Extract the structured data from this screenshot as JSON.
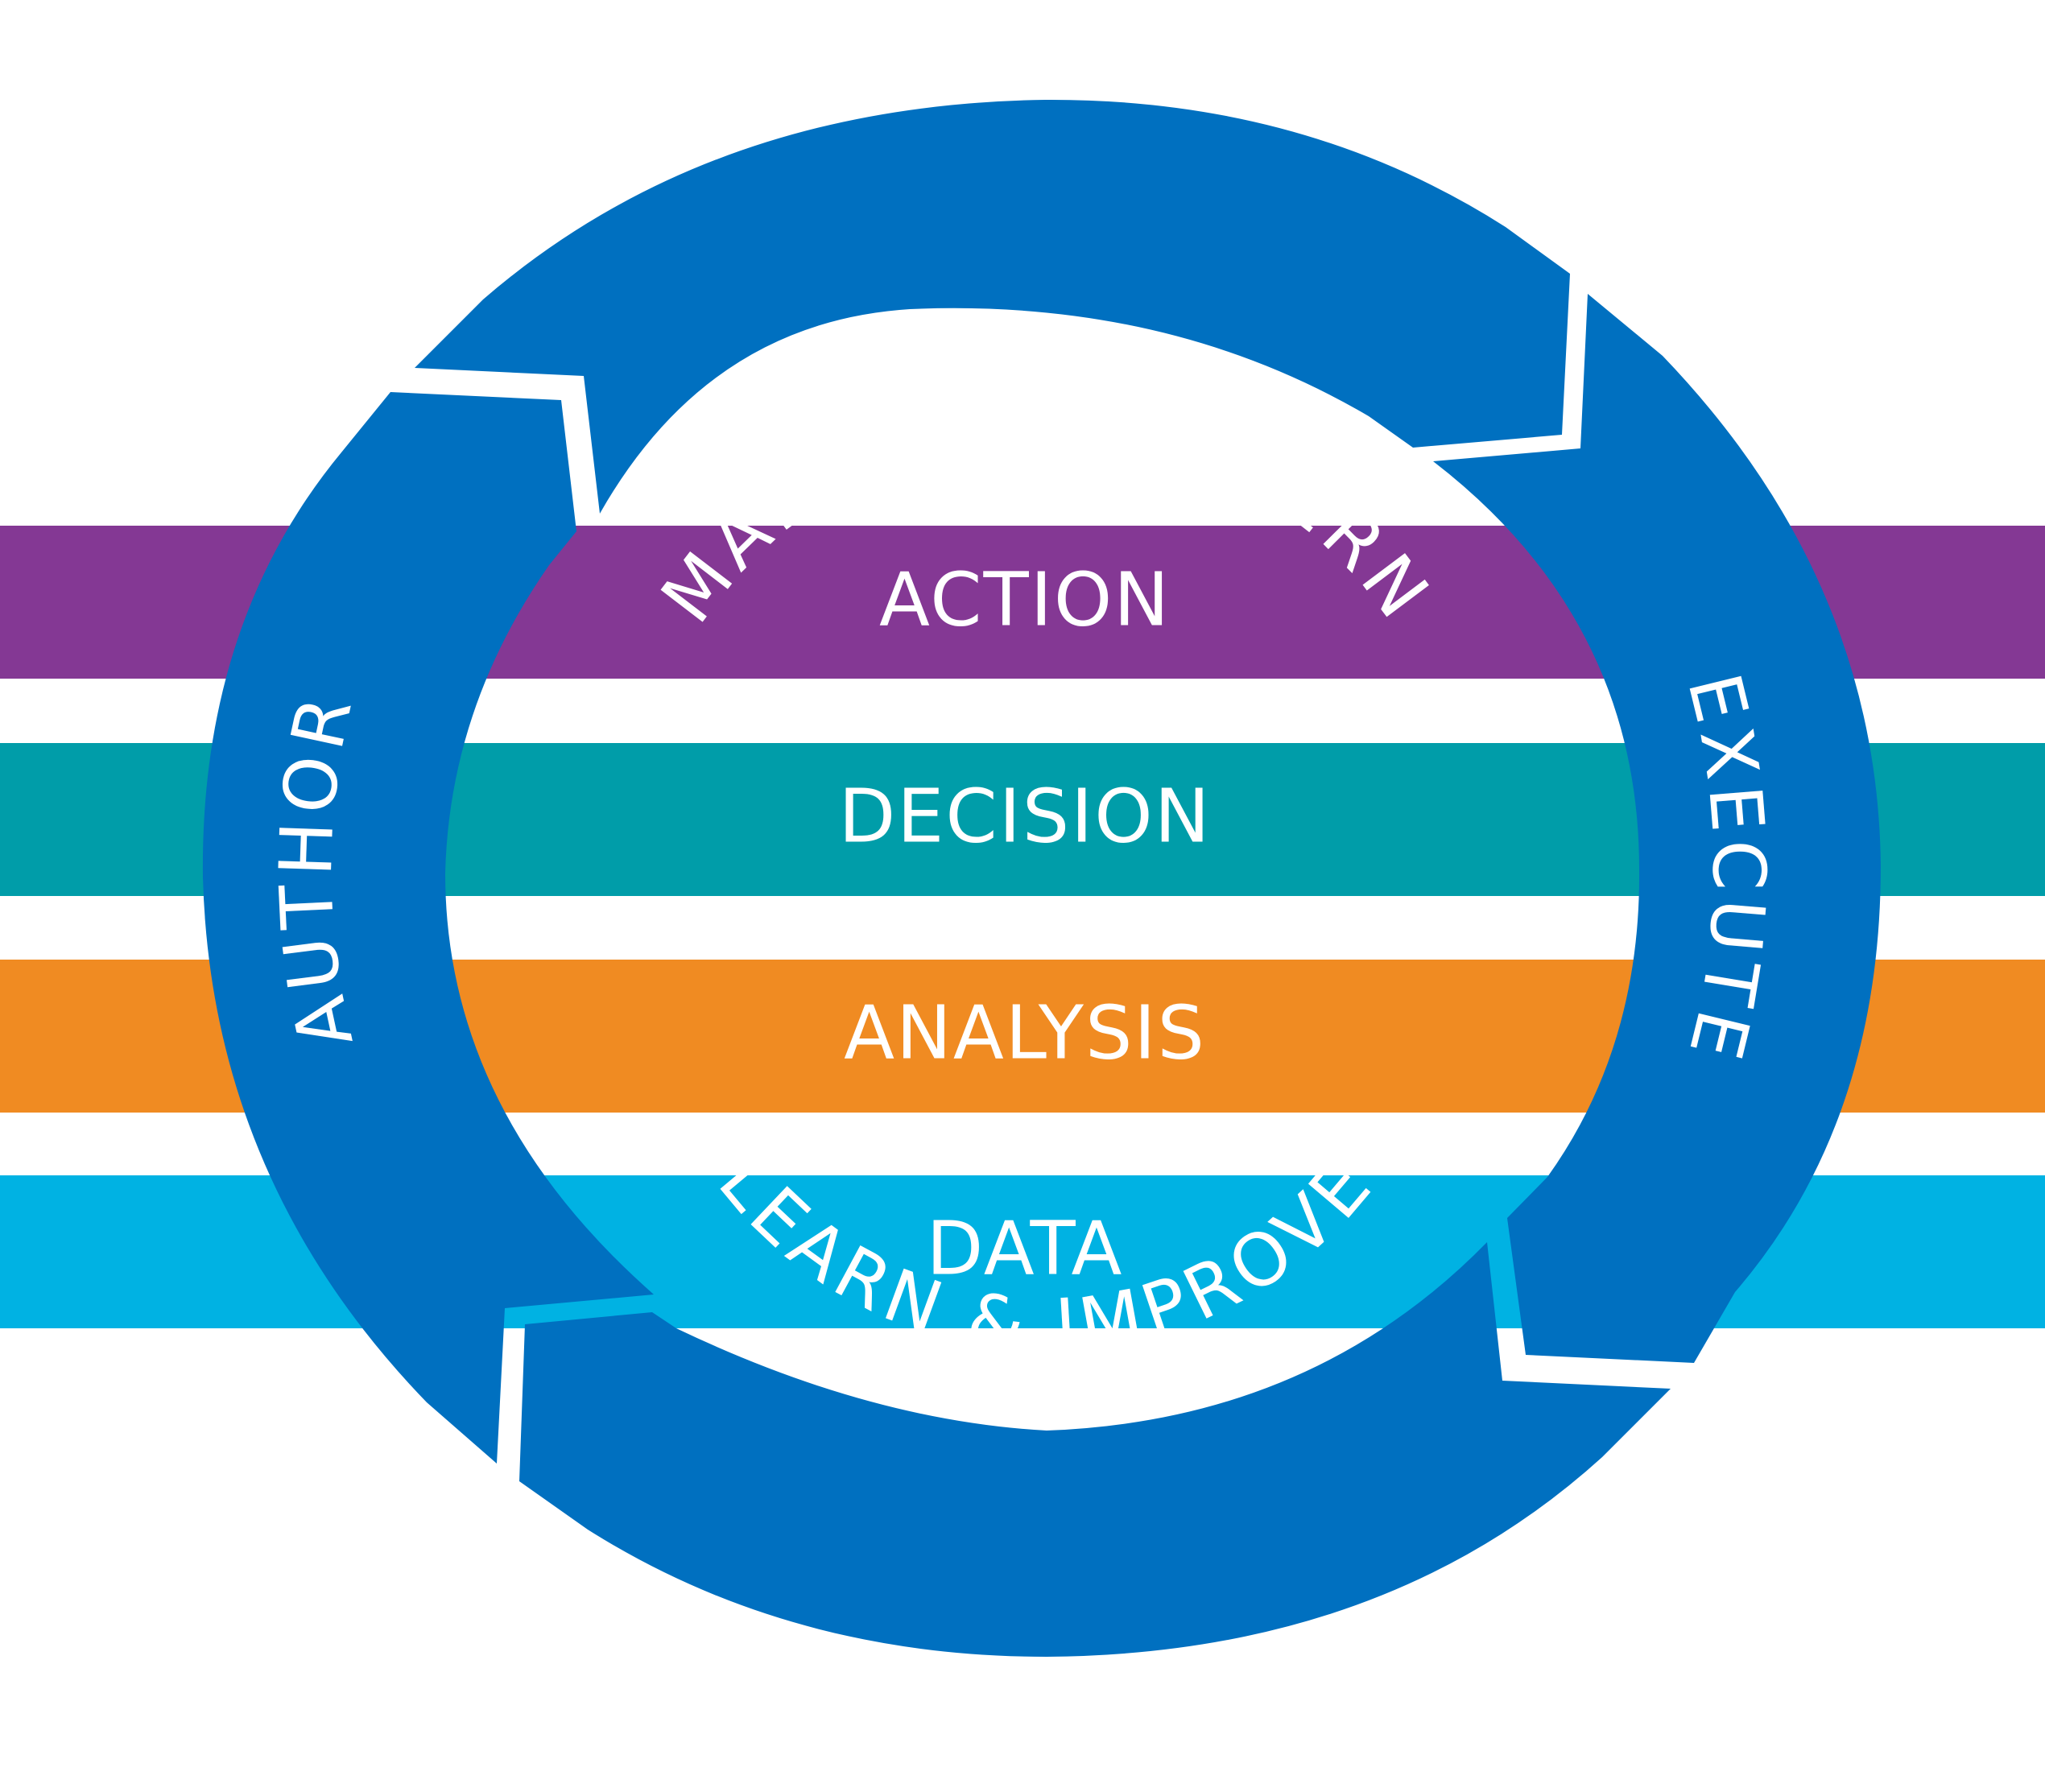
{
  "layers": [
    {
      "label": "ACTION",
      "color": "#843894"
    },
    {
      "label": "DECISION",
      "color": "#009da9"
    },
    {
      "label": "ANALYSIS",
      "color": "#f08b22"
    },
    {
      "label": "DATA",
      "color": "#00b2e3"
    }
  ],
  "cycle": {
    "color": "#0070c0",
    "stages": [
      {
        "label": "MANAGE & GOVERN"
      },
      {
        "label": "EXECUTE"
      },
      {
        "label": "LEARN & IMPROVE"
      },
      {
        "label": "AUTHOR"
      }
    ]
  }
}
